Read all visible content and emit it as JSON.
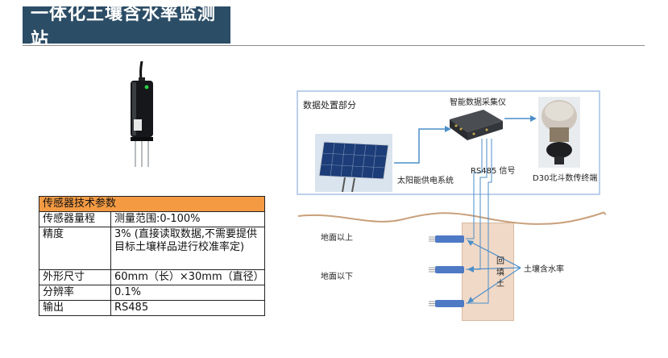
{
  "title": "一体化土壤含水率监测站",
  "spec_table": {
    "header": "传感器技术参数",
    "rows": [
      {
        "label": "传感器量程",
        "value": "测量范围:0-100%"
      },
      {
        "label": "精度",
        "value": "3% (直接读取数据,不需要提供目标土壤样品进行校准率定)"
      },
      {
        "label": "外形尺寸",
        "value": "60mm（长）×30mm（直径）"
      },
      {
        "label": "分辨率",
        "value": "0.1%"
      },
      {
        "label": "输出",
        "value": "RS485"
      }
    ]
  },
  "diagram": {
    "processing_section": "数据处置部分",
    "collector": "智能数据采集仪",
    "solar": "太阳能供电系统",
    "signal": "RS485 信号",
    "beidou": "D30北斗数传终端",
    "above_ground": "地面以上",
    "below_ground": "地面以下",
    "backfill": [
      "回",
      "填",
      "土"
    ],
    "moisture": "土壤含水率"
  },
  "colors": {
    "title_bg": "#2c4d66",
    "table_header": "#f39a43",
    "box_border": "#bcd0ea",
    "soil": "#f1d9c7",
    "cable": "#3b6fb0"
  }
}
